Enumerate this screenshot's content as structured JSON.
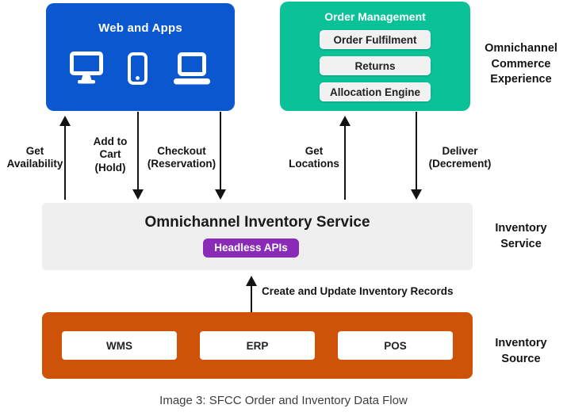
{
  "colors": {
    "blue": "#0A57D0",
    "teal": "#0BC197",
    "orange": "#CE5308",
    "purple": "#8A2BB8",
    "panel_gray": "#EFEFEF",
    "arrow_black": "#141414"
  },
  "web_apps": {
    "title": "Web and Apps",
    "icons": [
      "desktop-monitor",
      "smartphone",
      "laptop"
    ]
  },
  "order_management": {
    "title": "Order Management",
    "items": [
      "Order Fulfilment",
      "Returns",
      "Allocation Engine"
    ]
  },
  "inventory_service": {
    "title": "Omnichannel Inventory Service",
    "badge": "Headless APIs"
  },
  "inventory_source": {
    "items": [
      "WMS",
      "ERP",
      "POS"
    ]
  },
  "flows": {
    "get_availability": "Get\nAvailability",
    "add_to_cart": "Add to\nCart\n(Hold)",
    "checkout": "Checkout\n(Reservation)",
    "get_locations": "Get\nLocations",
    "deliver": "Deliver\n(Decrement)",
    "create_update": "Create and Update Inventory Records"
  },
  "side_labels": {
    "commerce_experience": "Omnichannel\nCommerce\nExperience",
    "inventory_service": "Inventory\nService",
    "inventory_source": "Inventory\nSource"
  },
  "caption": "Image 3: SFCC Order and Inventory Data Flow"
}
